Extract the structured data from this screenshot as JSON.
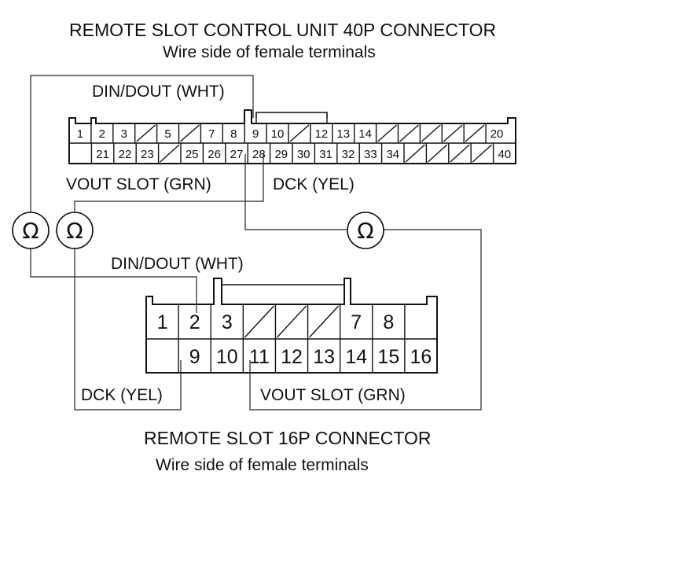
{
  "connector40": {
    "title": "REMOTE SLOT CONTROL UNIT 40P CONNECTOR",
    "subtitle": "Wire side of female terminals",
    "label_din_dout": "DIN/DOUT (WHT)",
    "label_vout_slot": "VOUT SLOT (GRN)",
    "label_dck": "DCK (YEL)",
    "top_row": [
      "1",
      "2",
      "3",
      "",
      "5",
      "",
      "7",
      "8",
      "9",
      "10",
      "",
      "12",
      "13",
      "14",
      "",
      "",
      "",
      "",
      "",
      "20"
    ],
    "bottom_row": [
      "",
      "21",
      "22",
      "23",
      "",
      "25",
      "26",
      "27",
      "28",
      "29",
      "30",
      "31",
      "32",
      "33",
      "34",
      "",
      "",
      "",
      "",
      "40"
    ]
  },
  "connector16": {
    "title": "REMOTE SLOT 16P CONNECTOR",
    "subtitle": "Wire side of female terminals",
    "label_din_dout": "DIN/DOUT (WHT)",
    "label_dck": "DCK (YEL)",
    "label_vout_slot": "VOUT SLOT (GRN)",
    "top_row": [
      "1",
      "2",
      "3",
      "",
      "",
      "",
      "7",
      "8",
      ""
    ],
    "bottom_row": [
      "",
      "9",
      "10",
      "11",
      "12",
      "13",
      "14",
      "15",
      "16"
    ]
  },
  "meter_symbol": "Ω"
}
